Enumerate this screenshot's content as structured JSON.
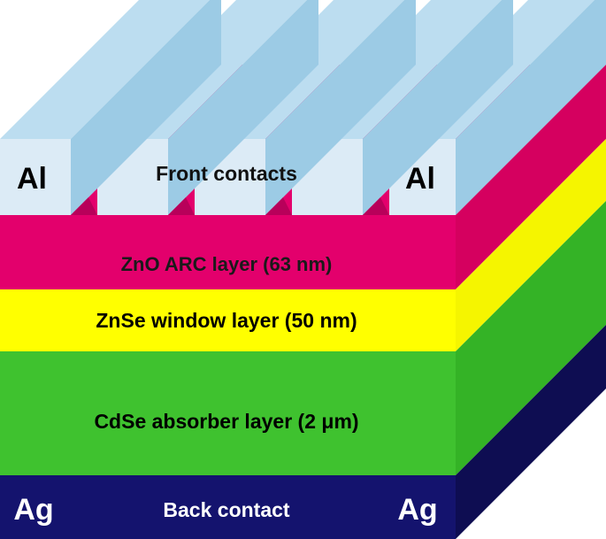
{
  "diagram": {
    "contacts": {
      "front_label": "Front contacts",
      "left_metal": "Al",
      "right_metal": "Al",
      "color_front": "#DCEBF6",
      "color_side": "#9CCBE5",
      "color_top": "#BCDDF0"
    },
    "layers": [
      {
        "key": "arc",
        "label": "ZnO ARC layer (63 nm)",
        "color_front": "#E3006C",
        "color_side": "#D5005F",
        "text_color": "#1a1a1a"
      },
      {
        "key": "window",
        "label": "ZnSe window layer (50 nm)",
        "color_front": "#FFFF00",
        "color_side": "#F5F500",
        "text_color": "#000000"
      },
      {
        "key": "absorber",
        "label": "CdSe absorber layer (2 μm)",
        "color_front": "#3FC22F",
        "color_side": "#34B326",
        "text_color": "#000000"
      },
      {
        "key": "back",
        "label": "Back contact",
        "left_metal": "Ag",
        "right_metal": "Ag",
        "color_front": "#14136E",
        "color_side": "#0E0D52",
        "text_color": "#ffffff"
      }
    ],
    "gap_color": "#E3006C",
    "gap_shadow": "#B8005A"
  }
}
